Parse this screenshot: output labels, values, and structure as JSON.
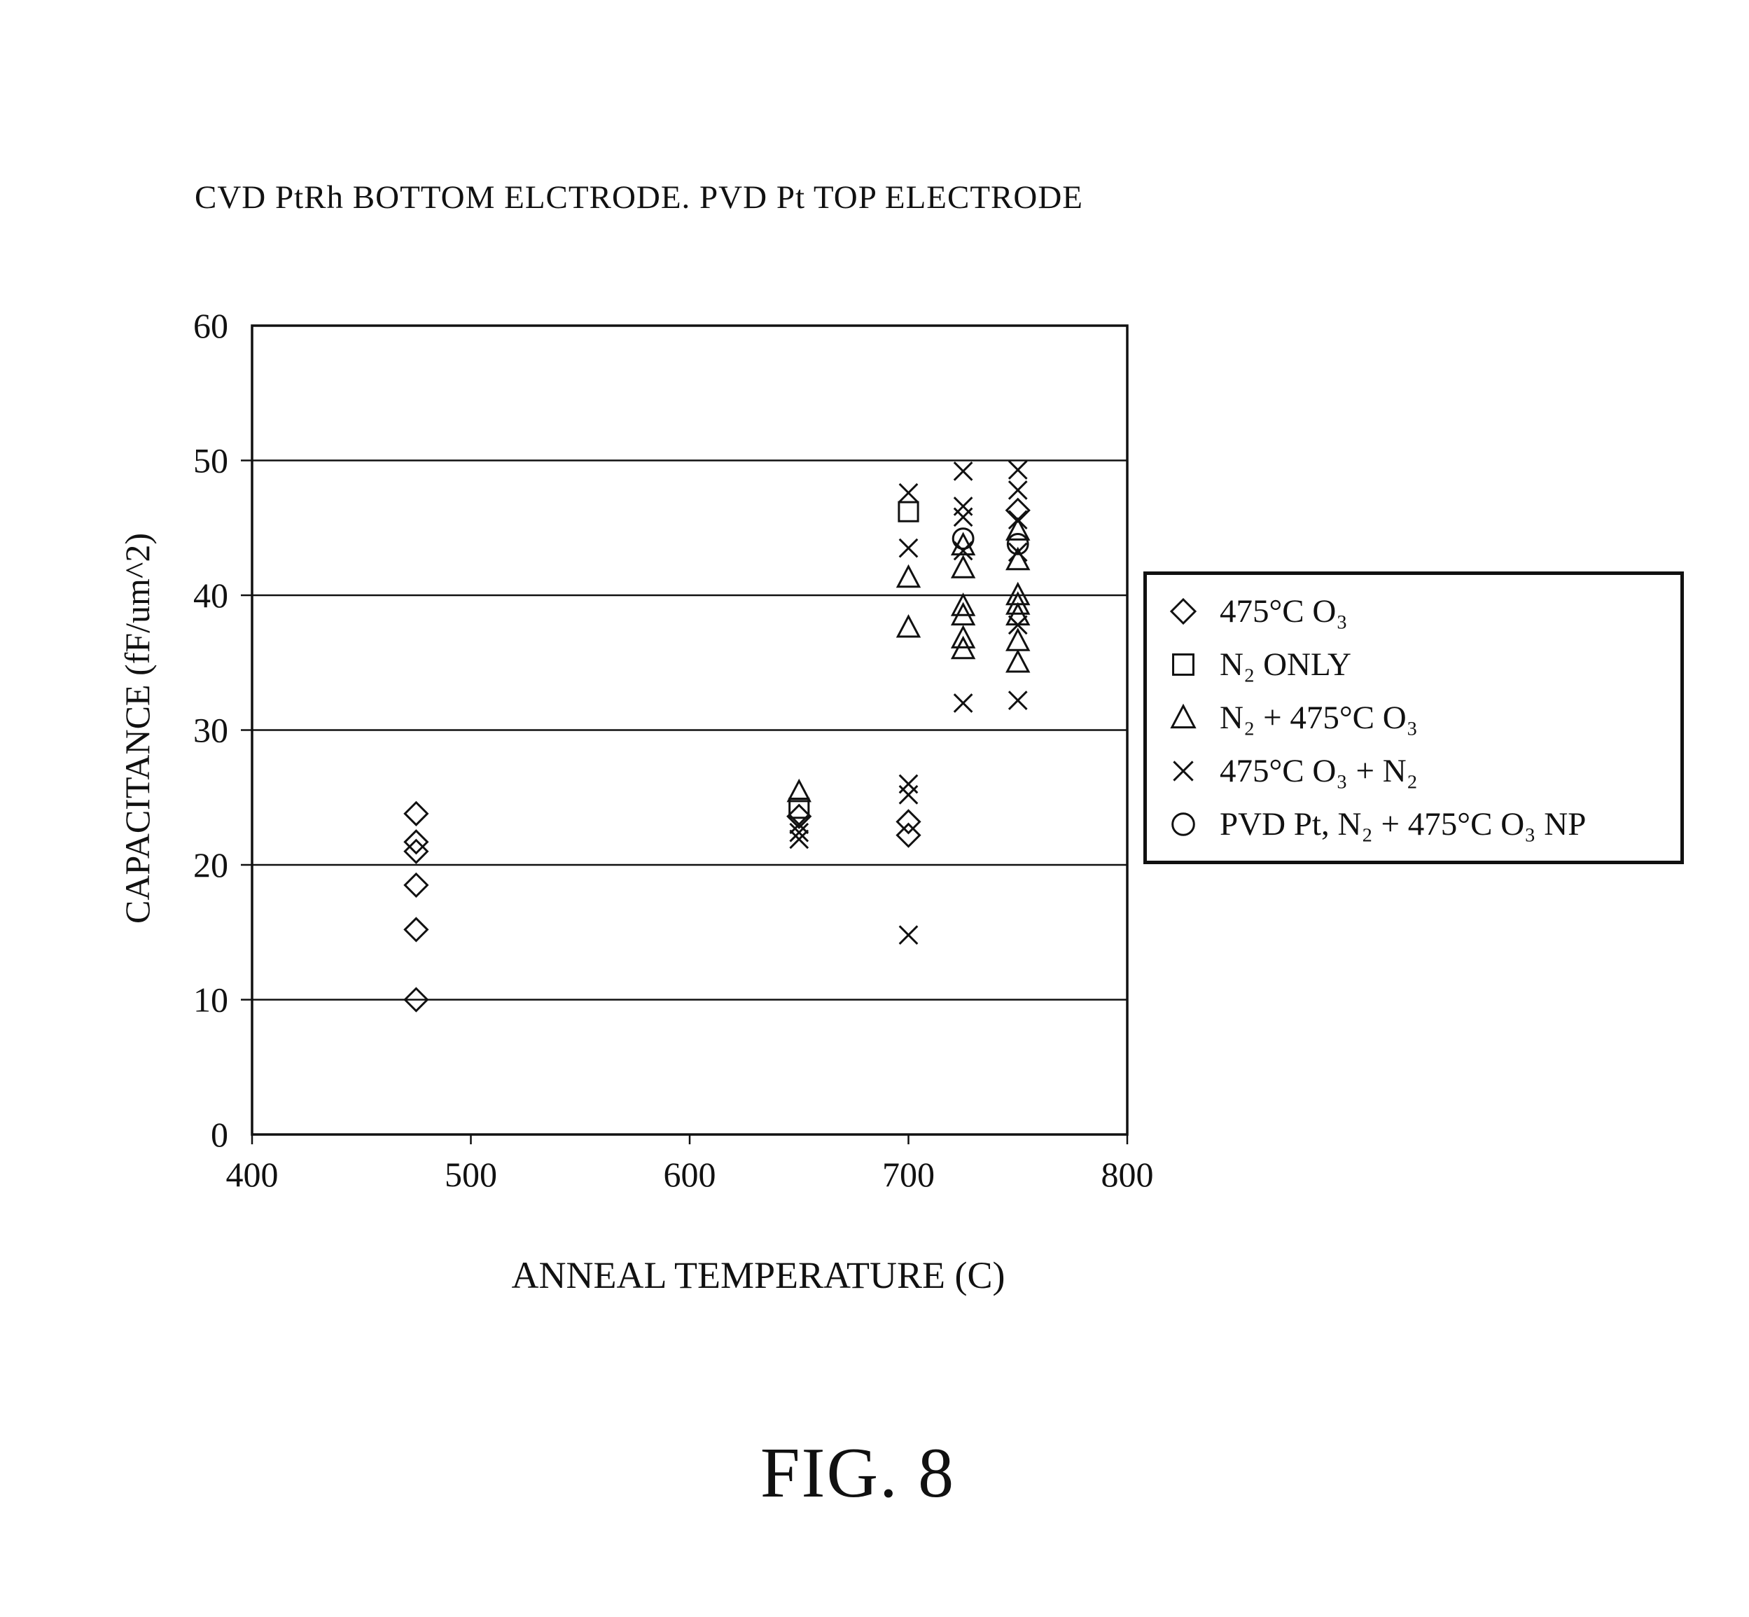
{
  "title": "CVD PtRh BOTTOM ELCTRODE. PVD Pt TOP ELECTRODE",
  "caption": "FIG. 8",
  "colors": {
    "ink": "#111111",
    "background": "#ffffff"
  },
  "chart_data": {
    "type": "scatter",
    "title": "CVD PtRh BOTTOM ELCTRODE. PVD Pt TOP ELECTRODE",
    "xlabel": "ANNEAL TEMPERATURE (C)",
    "ylabel": "CAPACITANCE (fF/um^2)",
    "xlim": [
      400,
      800
    ],
    "ylim": [
      0,
      60
    ],
    "x_ticks": [
      400,
      500,
      600,
      700,
      800
    ],
    "y_ticks": [
      0,
      10,
      20,
      30,
      40,
      50,
      60
    ],
    "grid": "horizontal",
    "legend_position": "right",
    "series": [
      {
        "name": "475°C O₃",
        "marker": "diamond",
        "points": [
          [
            475,
            23.8
          ],
          [
            475,
            21.7
          ],
          [
            475,
            21.0
          ],
          [
            475,
            18.5
          ],
          [
            475,
            15.2
          ],
          [
            475,
            10.0
          ],
          [
            650,
            23.6
          ],
          [
            700,
            23.2
          ],
          [
            700,
            22.2
          ],
          [
            750,
            46.3
          ]
        ]
      },
      {
        "name": "N₂ ONLY",
        "marker": "square",
        "points": [
          [
            650,
            24.2
          ],
          [
            700,
            46.2
          ]
        ]
      },
      {
        "name": "N₂ + 475°C O₃",
        "marker": "triangle",
        "points": [
          [
            650,
            25.4
          ],
          [
            700,
            41.3
          ],
          [
            700,
            37.6
          ],
          [
            725,
            43.7
          ],
          [
            725,
            42.0
          ],
          [
            725,
            39.2
          ],
          [
            725,
            38.5
          ],
          [
            725,
            36.8
          ],
          [
            725,
            36.0
          ],
          [
            750,
            44.8
          ],
          [
            750,
            42.6
          ],
          [
            750,
            40.0
          ],
          [
            750,
            39.3
          ],
          [
            750,
            38.5
          ],
          [
            750,
            36.6
          ],
          [
            750,
            35.0
          ]
        ]
      },
      {
        "name": "475°C O₃ + N₂",
        "marker": "x",
        "points": [
          [
            650,
            23.0
          ],
          [
            650,
            22.4
          ],
          [
            650,
            21.9
          ],
          [
            700,
            47.6
          ],
          [
            700,
            43.5
          ],
          [
            700,
            26.0
          ],
          [
            700,
            25.2
          ],
          [
            700,
            14.8
          ],
          [
            725,
            49.2
          ],
          [
            725,
            46.6
          ],
          [
            725,
            45.8
          ],
          [
            725,
            43.3
          ],
          [
            725,
            32.0
          ],
          [
            750,
            49.3
          ],
          [
            750,
            47.8
          ],
          [
            750,
            45.6
          ],
          [
            750,
            43.2
          ],
          [
            750,
            37.8
          ],
          [
            750,
            32.2
          ]
        ]
      },
      {
        "name": "PVD Pt, N₂ + 475°C O₃ NP",
        "marker": "circle",
        "points": [
          [
            725,
            44.2
          ],
          [
            750,
            43.8
          ]
        ]
      }
    ]
  }
}
